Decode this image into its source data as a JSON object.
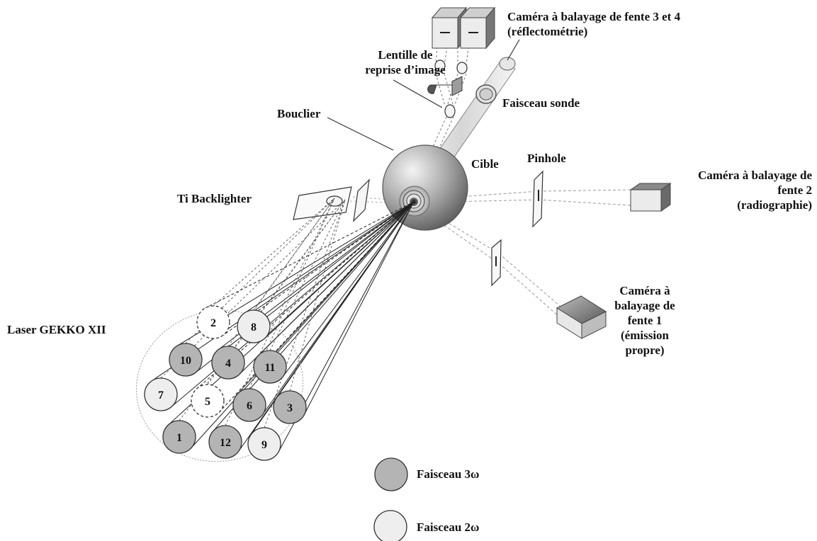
{
  "labels": {
    "cam34": [
      "Caméra à balayage de fente 3 et 4",
      "(réflectométrie)"
    ],
    "lentille": [
      "Lentille de",
      "reprise d’image"
    ],
    "faisceau_sonde": "Faisceau sonde",
    "bouclier": "Bouclier",
    "cible": "Cible",
    "pinhole": "Pinhole",
    "cam2": [
      "Caméra à balayage de",
      "fente 2",
      "(radiographie)"
    ],
    "ti_backlighter": "Ti Backlighter",
    "cam1": [
      "Caméra à",
      "balayage de",
      "fente 1",
      "(émission",
      "propre)"
    ],
    "laser": "Laser GEKKO XII"
  },
  "beams": [
    {
      "id": "1",
      "type": "3w"
    },
    {
      "id": "2",
      "type": "dashed"
    },
    {
      "id": "3",
      "type": "3w"
    },
    {
      "id": "4",
      "type": "3w"
    },
    {
      "id": "5",
      "type": "dashed"
    },
    {
      "id": "6",
      "type": "3w"
    },
    {
      "id": "7",
      "type": "2w"
    },
    {
      "id": "8",
      "type": "2w"
    },
    {
      "id": "9",
      "type": "2w"
    },
    {
      "id": "10",
      "type": "3w"
    },
    {
      "id": "11",
      "type": "3w"
    },
    {
      "id": "12",
      "type": "3w"
    }
  ],
  "legend": [
    {
      "label": "Faisceau 3ω",
      "type": "3w"
    },
    {
      "label": "Faisceau 2ω",
      "type": "2w"
    }
  ],
  "colors": {
    "beam_3w": "#b4b4b4",
    "beam_2w": "#eeeeee",
    "ink": "#111111",
    "chamber_light": "#f2f2f2",
    "chamber_dark": "#6e6e6e"
  }
}
